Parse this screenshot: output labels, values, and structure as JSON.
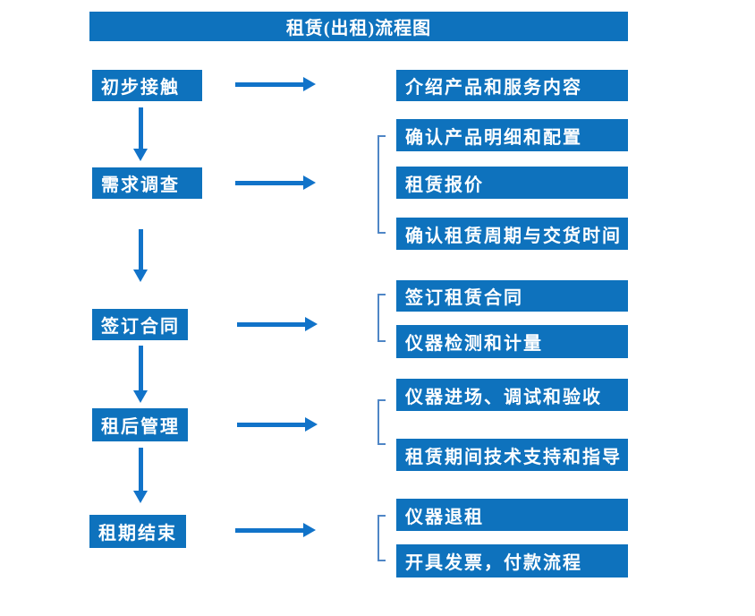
{
  "title": "租赁(出租)流程图",
  "colors": {
    "box_blue": "#0E72BD",
    "arrow_blue": "#1173C9",
    "bracket_blue": "#4F86C6",
    "text_white": "#FFFFFF",
    "background": "#FFFFFF"
  },
  "steps": [
    {
      "label": "初步接触",
      "details": [
        "介绍产品和服务内容"
      ]
    },
    {
      "label": "需求调查",
      "details": [
        "确认产品明细和配置",
        "租赁报价",
        "确认租赁周期与交货时间"
      ]
    },
    {
      "label": "签订合同",
      "details": [
        "签订租赁合同",
        "仪器检测和计量"
      ]
    },
    {
      "label": "租后管理",
      "details": [
        "仪器进场、调试和验收",
        "租赁期间技术支持和指导"
      ]
    },
    {
      "label": "租期结束",
      "details": [
        "仪器退租",
        "开具发票，付款流程"
      ]
    }
  ]
}
